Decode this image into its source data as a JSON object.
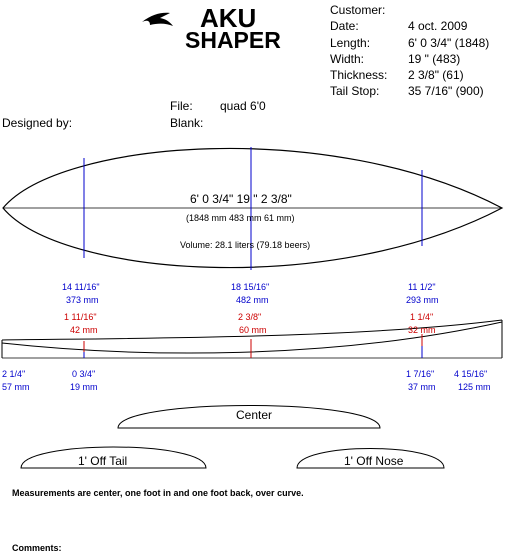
{
  "logo": {
    "line1": "AKU",
    "line2": "SHAPER"
  },
  "info": {
    "customer_label": "Customer:",
    "date_label": "Date:",
    "date_value": "4 oct. 2009",
    "length_label": "Length:",
    "length_value": "6'  0 3/4\" (1848)",
    "width_label": "Width:",
    "width_value": "19 \" (483)",
    "thickness_label": "Thickness:",
    "thickness_value": "2 3/8\" (61)",
    "tailstop_label": "Tail Stop:",
    "tailstop_value": "35 7/16\" (900)"
  },
  "file": {
    "file_label": "File:",
    "file_value": "quad 6'0",
    "blank_label": "Blank:"
  },
  "designer": {
    "label": "Designed by:"
  },
  "board": {
    "dims_main": "6'  0 3/4\"  19 \"   2 3/8\"",
    "dims_mm": "(1848 mm   483 mm   61 mm)",
    "volume": "Volume: 28.1 liters (79.18 beers)"
  },
  "widths": {
    "tail_in": "14 11/16\"",
    "tail_mm": "373 mm",
    "center_in": "18 15/16\"",
    "center_mm": "482 mm",
    "nose_in": "11 1/2\"",
    "nose_mm": "293 mm"
  },
  "thick": {
    "tail_in": "1 11/16\"",
    "tail_mm": "42 mm",
    "center_in": "2 3/8\"",
    "center_mm": "60 mm",
    "nose_in": "1 1/4\"",
    "nose_mm": "32 mm"
  },
  "rocker": {
    "tail_end_in": "2 1/4\"",
    "tail_end_mm": "57 mm",
    "tail_ft_in": "0 3/4\"",
    "tail_ft_mm": "19 mm",
    "nose_ft_in": "1 7/16\"",
    "nose_ft_mm": "37 mm",
    "nose_end_in": "4 15/16\"",
    "nose_end_mm": "125 mm"
  },
  "sections": {
    "center": "Center",
    "off_tail": "1' Off Tail",
    "off_nose": "1' Off Nose"
  },
  "notes": {
    "measurements": "Measurements are center, one foot in and one foot back, over curve.",
    "comments": "Comments:"
  }
}
